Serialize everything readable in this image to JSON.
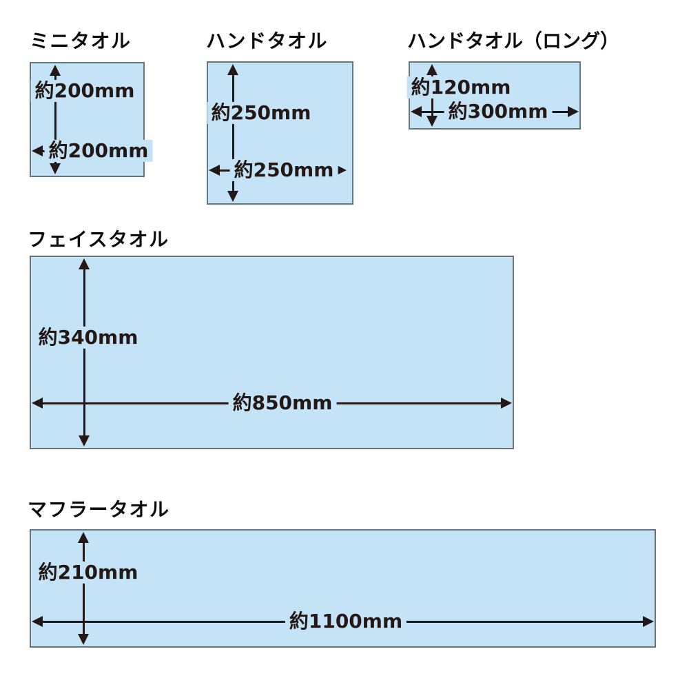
{
  "diagram": {
    "description_type": "towel-size-diagram",
    "colors": {
      "towel_fill": "#c5e3f7",
      "towel_border": "#69757c",
      "arrow_and_text": "#231815",
      "title_text": "#0d0d0d",
      "background": "#ffffff"
    },
    "towels": [
      {
        "name": "ミニタオル",
        "height_label": "約200mm",
        "width_label": "約200mm"
      },
      {
        "name": "ハンドタオル",
        "height_label": "約250mm",
        "width_label": "約250mm"
      },
      {
        "name": "ハンドタオル（ロング）",
        "height_label": "約120mm",
        "width_label": "約300mm"
      },
      {
        "name": "フェイスタオル",
        "height_label": "約340mm",
        "width_label": "約850mm"
      },
      {
        "name": "マフラータオル",
        "height_label": "約210mm",
        "width_label": "約1100mm"
      }
    ]
  }
}
